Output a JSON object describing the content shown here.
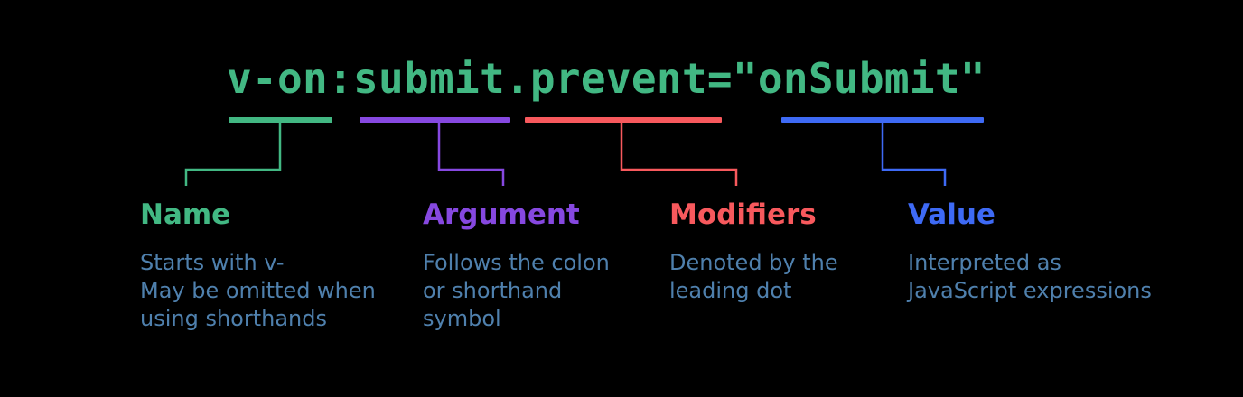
{
  "diagram": {
    "title_code": "v-on:submit.prevent=\"onSubmit\"",
    "code_color": "#42b883",
    "description_color": "#4f80ad",
    "background_color": "#000000",
    "segments": [
      {
        "token": "v-on",
        "label": "Name",
        "description": "Starts with v-\nMay be omitted when\nusing shorthands",
        "color": "#42b883"
      },
      {
        "token": "submit",
        "label": "Argument",
        "description": "Follows the colon\nor shorthand\nsymbol",
        "color": "#8648e0"
      },
      {
        "token": "prevent",
        "label": "Modifiers",
        "description": "Denoted by the\nleading dot",
        "color": "#f8595d"
      },
      {
        "token": "onSubmit",
        "label": "Value",
        "description": "Interpreted as\nJavaScript expressions",
        "color": "#3e6af5"
      }
    ]
  }
}
